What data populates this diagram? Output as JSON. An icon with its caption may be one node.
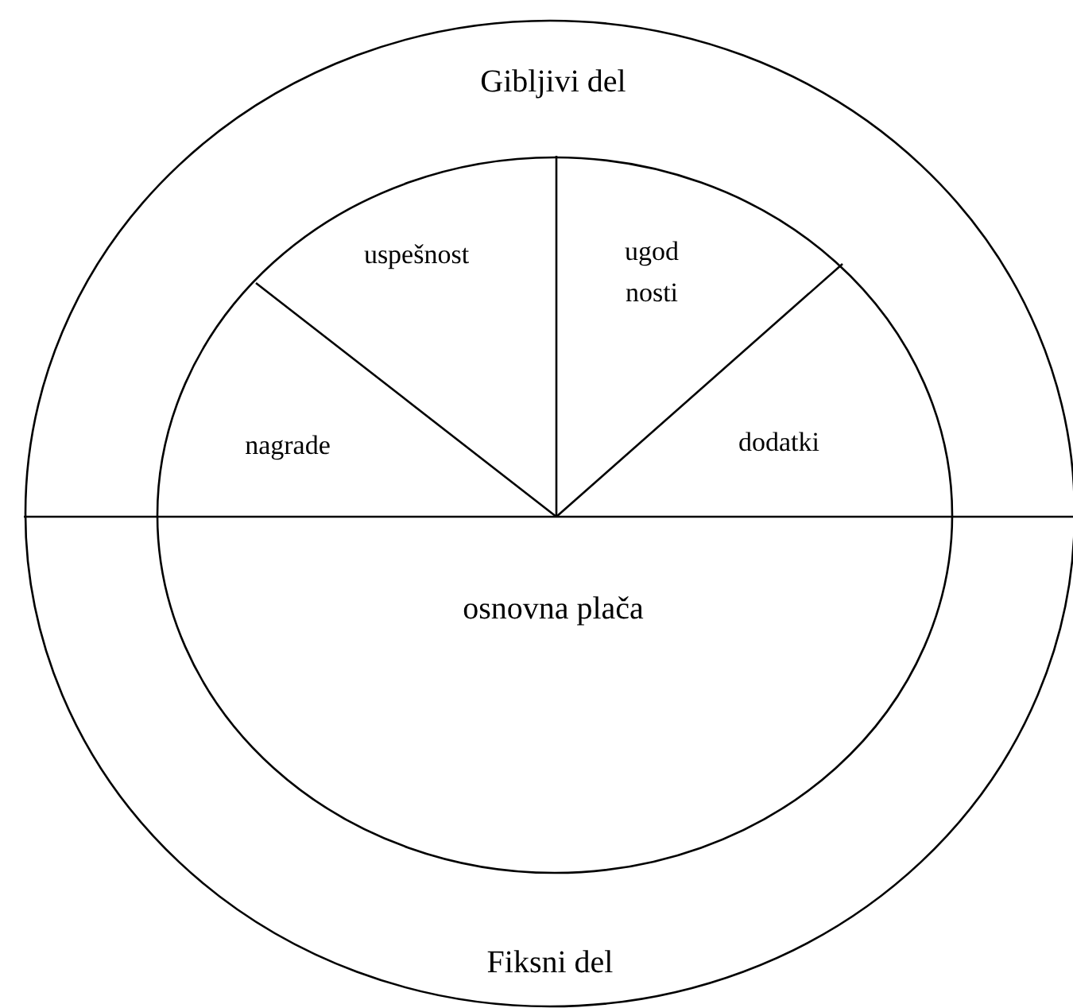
{
  "diagram": {
    "nodes": [
      {
        "text": [
          "Gibljivi del",
          "Fiksni del"
        ]
      },
      {
        "text": [],
        "shape": "circle",
        "in": 0
      },
      {
        "text": [
          "uspešnost"
        ],
        "in": 1
      },
      {
        "text": [
          "ugod nosti"
        ],
        "in": 1
      },
      {
        "text": [
          "nagrade"
        ],
        "in": 1
      },
      {
        "text": [
          "dodatki"
        ],
        "in": 1
      },
      {
        "text": [
          "osnovna plača"
        ],
        "in": 1
      }
    ],
    "edges": []
  }
}
